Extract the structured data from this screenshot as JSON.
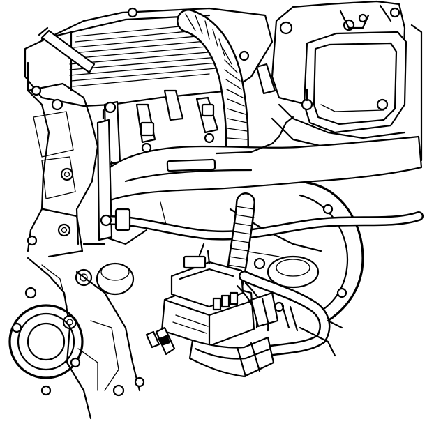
{
  "figure": {
    "kind": "line-art-illustration",
    "subject": "engine-compartment",
    "background": "#ffffff",
    "ink": "#000000"
  },
  "parts": [
    {
      "id": "valve-cover-left",
      "icon": "finned-cover"
    },
    {
      "id": "valve-cover-right",
      "icon": "box-cover"
    },
    {
      "id": "corrugated-conduit-upper",
      "icon": "corrugated-tube"
    },
    {
      "id": "corrugated-conduit-lower",
      "icon": "corrugated-tube"
    },
    {
      "id": "intake-manifold",
      "icon": "manifold"
    },
    {
      "id": "fuel-line",
      "icon": "tube"
    },
    {
      "id": "ignition-coil-module",
      "icon": "module-block"
    },
    {
      "id": "wiring-harness-connector",
      "icon": "connector"
    },
    {
      "id": "flywheel-housing",
      "icon": "circular-housing"
    },
    {
      "id": "oil-filter",
      "icon": "canister"
    },
    {
      "id": "timing-cover",
      "icon": "engine-block"
    }
  ]
}
